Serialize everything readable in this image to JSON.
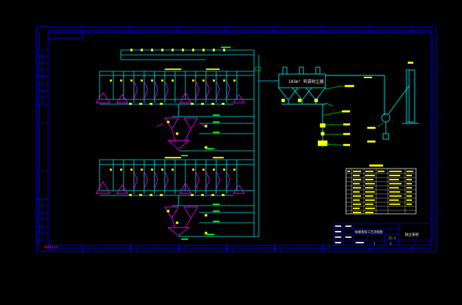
{
  "drawing": {
    "sheet_code": "A0841/A",
    "baghouse_label": "103m³ 布袋收尘器",
    "title_block_small": "粉磨系统工艺流程图",
    "title_block_name": "除尘系统",
    "title_block_number": "ST-2",
    "title_block_sheet": "1",
    "title_block_total": "2",
    "colors": {
      "background": "#000000",
      "frame": "#0000ff",
      "pipe": "#00ffff",
      "equipment": "#ff00ff",
      "label": "#ffff00",
      "callout": "#00ff00",
      "white": "#ffffff"
    }
  }
}
